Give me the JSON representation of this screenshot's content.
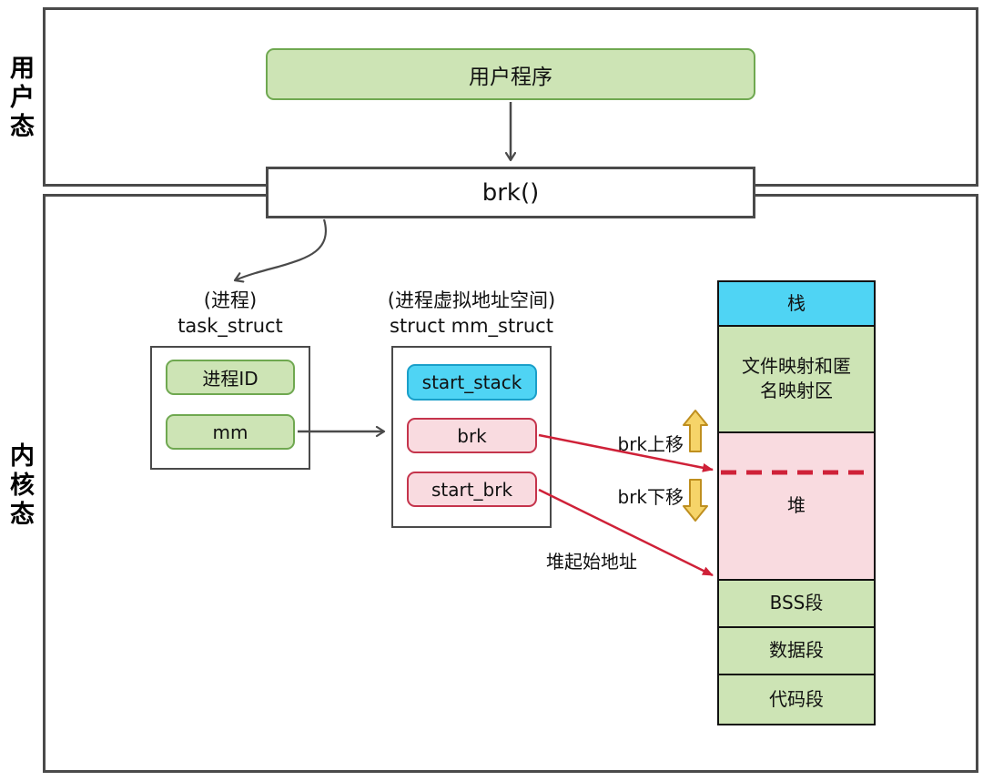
{
  "regions": {
    "user_mode_label": "用户态",
    "kernel_mode_label": "内核态"
  },
  "nodes": {
    "user_program_label": "用户程序",
    "brk_call_label": "brk()"
  },
  "task_struct": {
    "caption_top": "(进程)",
    "caption_bottom": "task_struct",
    "fields": [
      {
        "label": "进程ID"
      },
      {
        "label": "mm"
      }
    ]
  },
  "mm_struct": {
    "caption_top": "(进程虚拟地址空间)",
    "caption_bottom": "struct mm_struct",
    "fields": [
      {
        "label": "start_stack"
      },
      {
        "label": "brk"
      },
      {
        "label": "start_brk"
      }
    ]
  },
  "memory_map": {
    "segments": [
      {
        "label": "栈",
        "color": "#4fd4f4"
      },
      {
        "label": "文件映射和匿名映射区",
        "color": "#cde4b5"
      },
      {
        "label": "堆",
        "color": "#f9dbe0"
      },
      {
        "label": "BSS段",
        "color": "#cde4b5"
      },
      {
        "label": "数据段",
        "color": "#cde4b5"
      },
      {
        "label": "代码段",
        "color": "#cde4b5"
      }
    ]
  },
  "annotations": {
    "brk_up": "brk上移",
    "brk_down": "brk下移",
    "heap_start": "堆起始地址"
  },
  "colors": {
    "frame_border": "#4a4a4a",
    "green_fill": "#cde4b5",
    "green_border": "#6fa850",
    "cyan_fill": "#4fd4f4",
    "cyan_border": "#1a9fc9",
    "pink_fill": "#f9dbe0",
    "pink_border": "#c5344c",
    "red_arrow": "#cf2138",
    "gold_fill": "#f6d469",
    "gold_border": "#bf8f1f"
  }
}
